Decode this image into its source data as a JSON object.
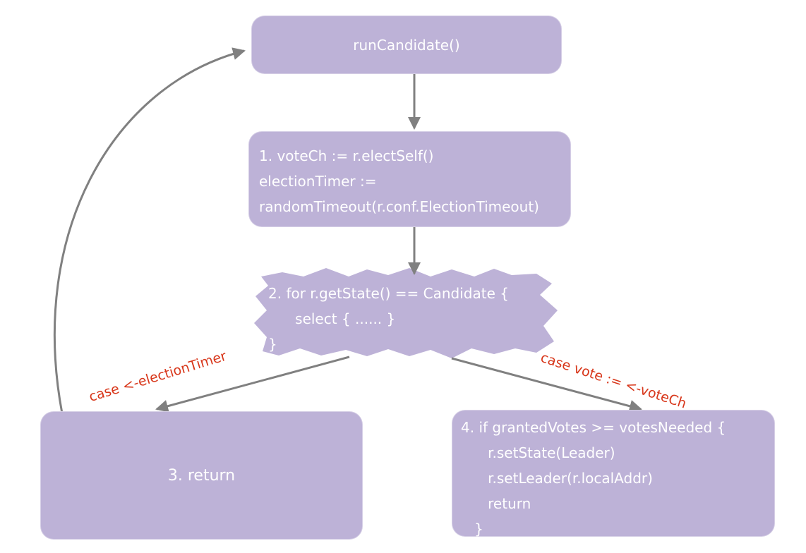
{
  "colors": {
    "node_fill": "#bdb2d7",
    "node_text": "#ffffff",
    "edge": "#808080",
    "edge_label": "#d8371b",
    "background": "#ffffff"
  },
  "nodes": {
    "run_candidate": {
      "label": "runCandidate()"
    },
    "elect_self": {
      "lines": [
        "1. voteCh := r.electSelf()",
        "electionTimer :=",
        "randomTimeout(r.conf.ElectionTimeout)"
      ]
    },
    "candidate_loop": {
      "lines": [
        "2. for r.getState() == Candidate {",
        "      select { ...... }",
        "}"
      ]
    },
    "return_node": {
      "label": "3. return"
    },
    "win_election": {
      "lines": [
        "4. if grantedVotes >= votesNeeded {",
        "      r.setState(Leader)",
        "      r.setLeader(r.localAddr)",
        "      return",
        "   }"
      ]
    }
  },
  "edges": [
    {
      "from": "run_candidate",
      "to": "elect_self",
      "label": ""
    },
    {
      "from": "elect_self",
      "to": "candidate_loop",
      "label": ""
    },
    {
      "from": "candidate_loop",
      "to": "return_node",
      "label": "case <-electionTimer"
    },
    {
      "from": "candidate_loop",
      "to": "win_election",
      "label": "case vote := <-voteCh"
    },
    {
      "from": "return_node",
      "to": "run_candidate",
      "label": ""
    }
  ]
}
